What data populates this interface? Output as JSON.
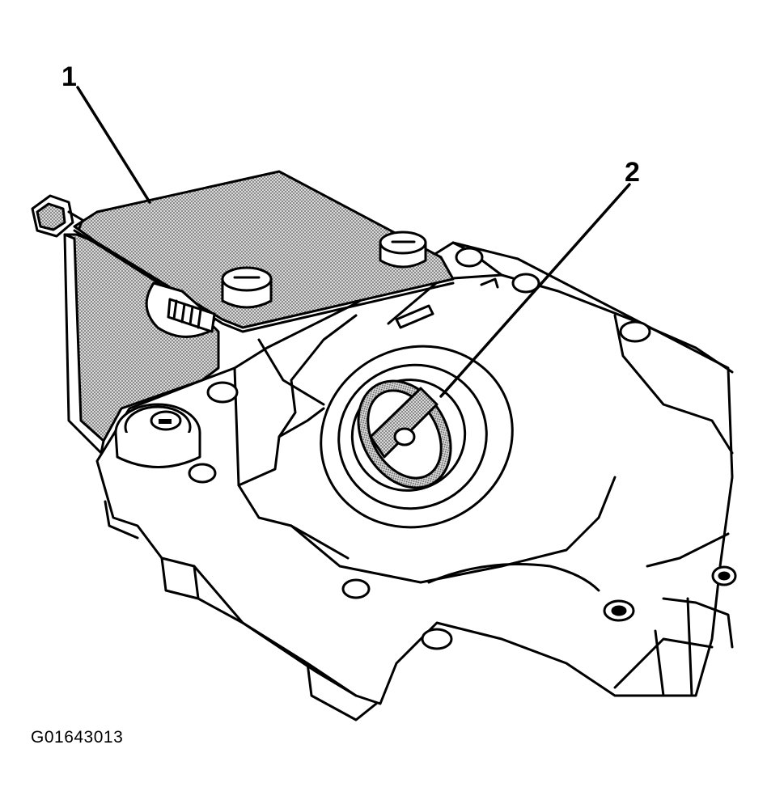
{
  "callouts": [
    {
      "id": "1",
      "label": "1"
    },
    {
      "id": "2",
      "label": "2"
    }
  ],
  "figure_id": "G01643013",
  "colors": {
    "line": "#000000",
    "background": "#ffffff",
    "stipple": "#808080"
  }
}
